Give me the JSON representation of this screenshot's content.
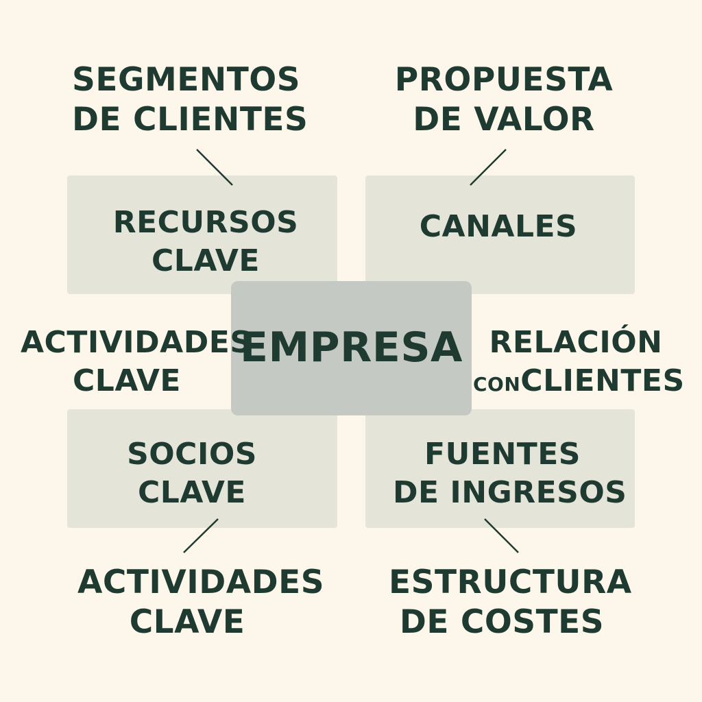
{
  "center": {
    "label": "EMPRESA"
  },
  "boxes": {
    "top_left": {
      "line1": "RECURSOS",
      "line2": "CLAVE"
    },
    "top_right": {
      "line1": "CANALES"
    },
    "bottom_left": {
      "line1": "SOCIOS",
      "line2": "CLAVE"
    },
    "bottom_right": {
      "line1": "FUENTES",
      "line2": "DE INGRESOS"
    }
  },
  "outer": {
    "top_left": {
      "line1": "SEGMENTOS",
      "line2": "DE CLIENTES"
    },
    "top_right": {
      "line1": "PROPUESTA",
      "line2": "DE VALOR"
    },
    "middle_left": {
      "line1": "ACTIVIDADES",
      "line2": "CLAVE"
    },
    "middle_right": {
      "line1": "RELACIÓN",
      "line2_small": "CON",
      "line2": "CLIENTES"
    },
    "bottom_left": {
      "line1": "ACTIVIDADES",
      "line2": "CLAVE"
    },
    "bottom_right": {
      "line1": "ESTRUCTURA",
      "line2": "DE COSTES"
    }
  },
  "colors": {
    "background": "#fcf7ea",
    "box": "#e5e4d8",
    "center_box": "#c5c9c3",
    "text": "#1f3a30",
    "connector": "#1f3a30"
  }
}
